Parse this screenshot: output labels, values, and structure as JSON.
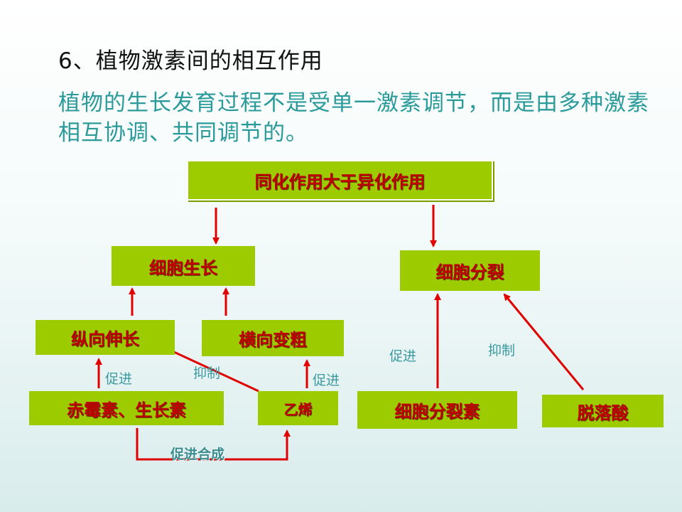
{
  "title": "6、植物激素间的相互作用",
  "intro": "植物的生长发育过程不是受单一激素调节，而是由多种激素相互协调、共同调节的。",
  "nodes": {
    "anabolism": "同化作用大于异化作用",
    "cell_growth": "细胞生长",
    "cell_division": "细胞分裂",
    "longitudinal": "纵向伸长",
    "transverse": "横向变粗",
    "gibberellin_auxin": "赤霉素、生长素",
    "ethylene": "乙烯",
    "cytokinin": "细胞分裂素",
    "abscisic_acid": "脱落酸"
  },
  "edge_labels": {
    "promote_left": "促进",
    "inhibit_left": "抑制",
    "promote_ethylene": "促进",
    "promote_cytokinin": "促进",
    "inhibit_right": "抑制",
    "promote_synthesis": "促进合成"
  },
  "colors": {
    "box_fill": "#9ccc00",
    "box_text": "#c00000",
    "arrow": "#e00000",
    "teal_text": "#2a9a9a"
  }
}
